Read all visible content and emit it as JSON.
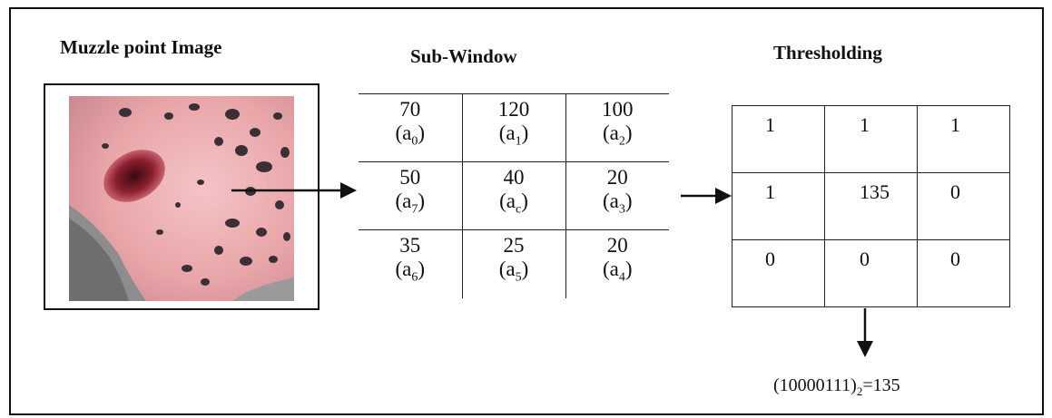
{
  "titles": {
    "muzzle": "Muzzle point Image",
    "sub_window": "Sub-Window",
    "thresholding": "Thresholding"
  },
  "sub_window": {
    "rows": [
      [
        {
          "value": "70",
          "label": "a",
          "sub": "0"
        },
        {
          "value": "120",
          "label": "a",
          "sub": "1"
        },
        {
          "value": "100",
          "label": "a",
          "sub": "2"
        }
      ],
      [
        {
          "value": "50",
          "label": "a",
          "sub": "7"
        },
        {
          "value": "40",
          "label": "a",
          "sub": "c"
        },
        {
          "value": "20",
          "label": "a",
          "sub": "3"
        }
      ],
      [
        {
          "value": "35",
          "label": "a",
          "sub": "6"
        },
        {
          "value": "25",
          "label": "a",
          "sub": "5"
        },
        {
          "value": "20",
          "label": "a",
          "sub": "4"
        }
      ]
    ]
  },
  "thresholding": {
    "rows": [
      [
        "1",
        "1",
        "1"
      ],
      [
        "1",
        "135",
        "0"
      ],
      [
        "0",
        "0",
        "0"
      ]
    ]
  },
  "formula": {
    "binary": "(10000111)",
    "base": "2",
    "result": "=135"
  },
  "colors": {
    "skin": "#e8a5a8",
    "spot": "#3a2f35",
    "line": "#111111"
  }
}
